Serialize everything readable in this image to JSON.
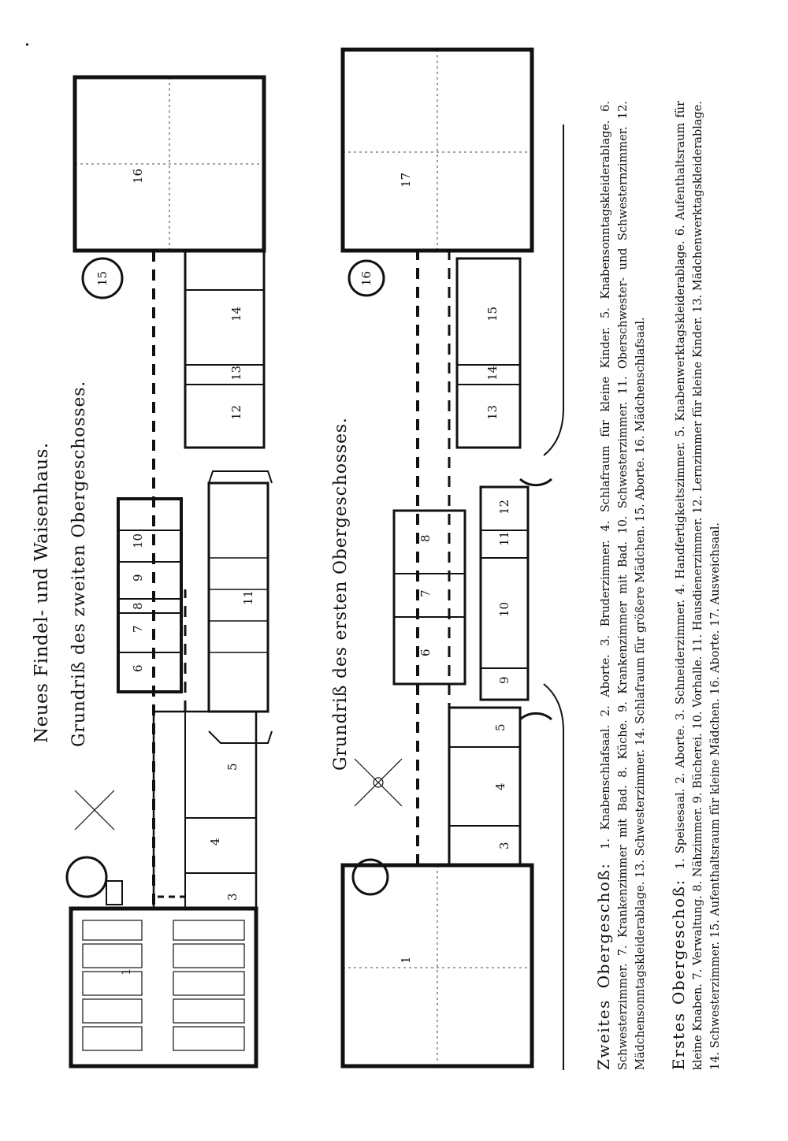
{
  "page": {
    "title": "Neues Findel- und Waisenhaus.",
    "plan_upper_title": "Grundriß des zweiten Obergeschosses.",
    "plan_lower_title": "Grundriß des ersten Obergeschosses."
  },
  "upper_plan": {
    "room_numbers": [
      "1",
      "3",
      "4",
      "5",
      "6",
      "7",
      "8",
      "9",
      "10",
      "11",
      "12",
      "13",
      "14",
      "15",
      "16"
    ]
  },
  "lower_plan": {
    "room_numbers": [
      "1",
      "3",
      "4",
      "5",
      "6",
      "7",
      "8",
      "9",
      "10",
      "11",
      "12",
      "13",
      "14",
      "15",
      "16",
      "17"
    ]
  },
  "legend": {
    "upper": {
      "heading": "Zweites Obergeschoß:",
      "text": "1. Knabenschlafsaal. 2. Aborte. 3. Bruderzimmer. 4. Schlafraum für kleine Kinder. 5. Knabensonntagskleiderablage. 6. Schwesterzimmer. 7. Krankenzimmer mit Bad. 8. Küche. 9. Krankenzimmer mit Bad. 10. Schwesterzimmer. 11. Oberschwester- und Schwesternzimmer. 12. Mädchensonntagskleiderablage. 13. Schwesterzimmer. 14. Schlafraum für größere Mädchen. 15. Aborte. 16. Mädchenschlafsaal."
    },
    "lower": {
      "heading": "Erstes Obergeschoß:",
      "text": "1. Speisesaal. 2. Aborte. 3. Schneiderzimmer. 4. Handfertigkeitszimmer. 5. Knabenwerktagskleiderablage. 6. Aufenthaltsraum für kleine Knaben. 7. Verwaltung. 8. Nähzimmer. 9. Bücherei. 10. Vorhalle. 11. Hausdienerzimmer. 12. Lernzimmer für kleine Kinder. 13. Mädchenwerktagskleiderablage. 14. Schwesterzimmer. 15. Aufenthaltsraum für kleine Mädchen. 16. Aborte. 17. Ausweichsaal."
    }
  }
}
